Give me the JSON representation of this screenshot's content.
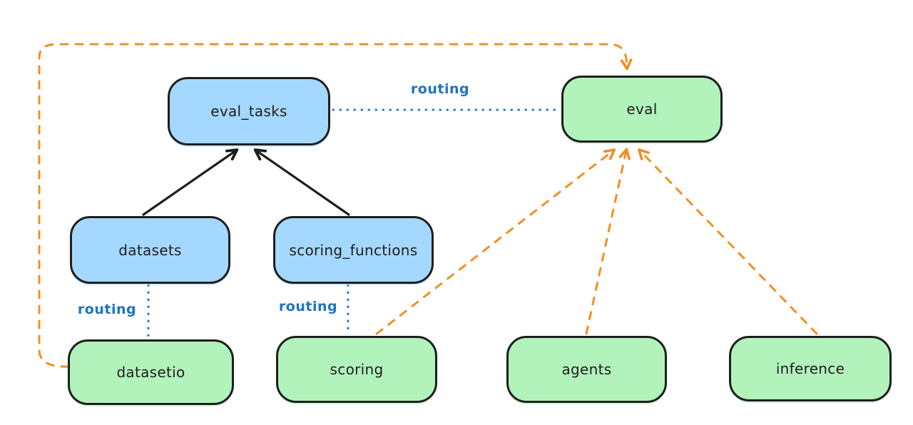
{
  "diagram": {
    "colors": {
      "background": "#ffffff",
      "stroke": "#1e1e1e",
      "blue_fill": "#a5d8ff",
      "green_fill": "#b2f2bb",
      "blue_line": "#1f74c0",
      "orange": "#ef9023"
    },
    "nodes": [
      {
        "id": "eval_tasks",
        "label": "eval_tasks",
        "color": "blue"
      },
      {
        "id": "eval",
        "label": "eval",
        "color": "green"
      },
      {
        "id": "datasets",
        "label": "datasets",
        "color": "blue"
      },
      {
        "id": "scoring_functions",
        "label": "scoring_functions",
        "color": "blue"
      },
      {
        "id": "datasetio",
        "label": "datasetio",
        "color": "green"
      },
      {
        "id": "scoring",
        "label": "scoring",
        "color": "green"
      },
      {
        "id": "agents",
        "label": "agents",
        "color": "green"
      },
      {
        "id": "inference",
        "label": "inference",
        "color": "green"
      }
    ],
    "edges": [
      {
        "from": "datasets",
        "to": "eval_tasks",
        "style": "solid-black-arrow",
        "label": ""
      },
      {
        "from": "scoring_functions",
        "to": "eval_tasks",
        "style": "solid-black-arrow",
        "label": ""
      },
      {
        "from": "eval_tasks",
        "to": "eval",
        "style": "dotted-blue",
        "label": "routing"
      },
      {
        "from": "datasets",
        "to": "datasetio",
        "style": "dotted-blue",
        "label": "routing"
      },
      {
        "from": "scoring_functions",
        "to": "scoring",
        "style": "dotted-blue",
        "label": "routing"
      },
      {
        "from": "scoring",
        "to": "eval",
        "style": "dashed-orange-arrow",
        "label": ""
      },
      {
        "from": "agents",
        "to": "eval",
        "style": "dashed-orange-arrow",
        "label": ""
      },
      {
        "from": "inference",
        "to": "eval",
        "style": "dashed-orange-arrow",
        "label": ""
      },
      {
        "from": "datasetio",
        "to": "eval",
        "style": "dashed-orange-arrow",
        "label": "",
        "route": "around-left-and-top"
      }
    ]
  }
}
